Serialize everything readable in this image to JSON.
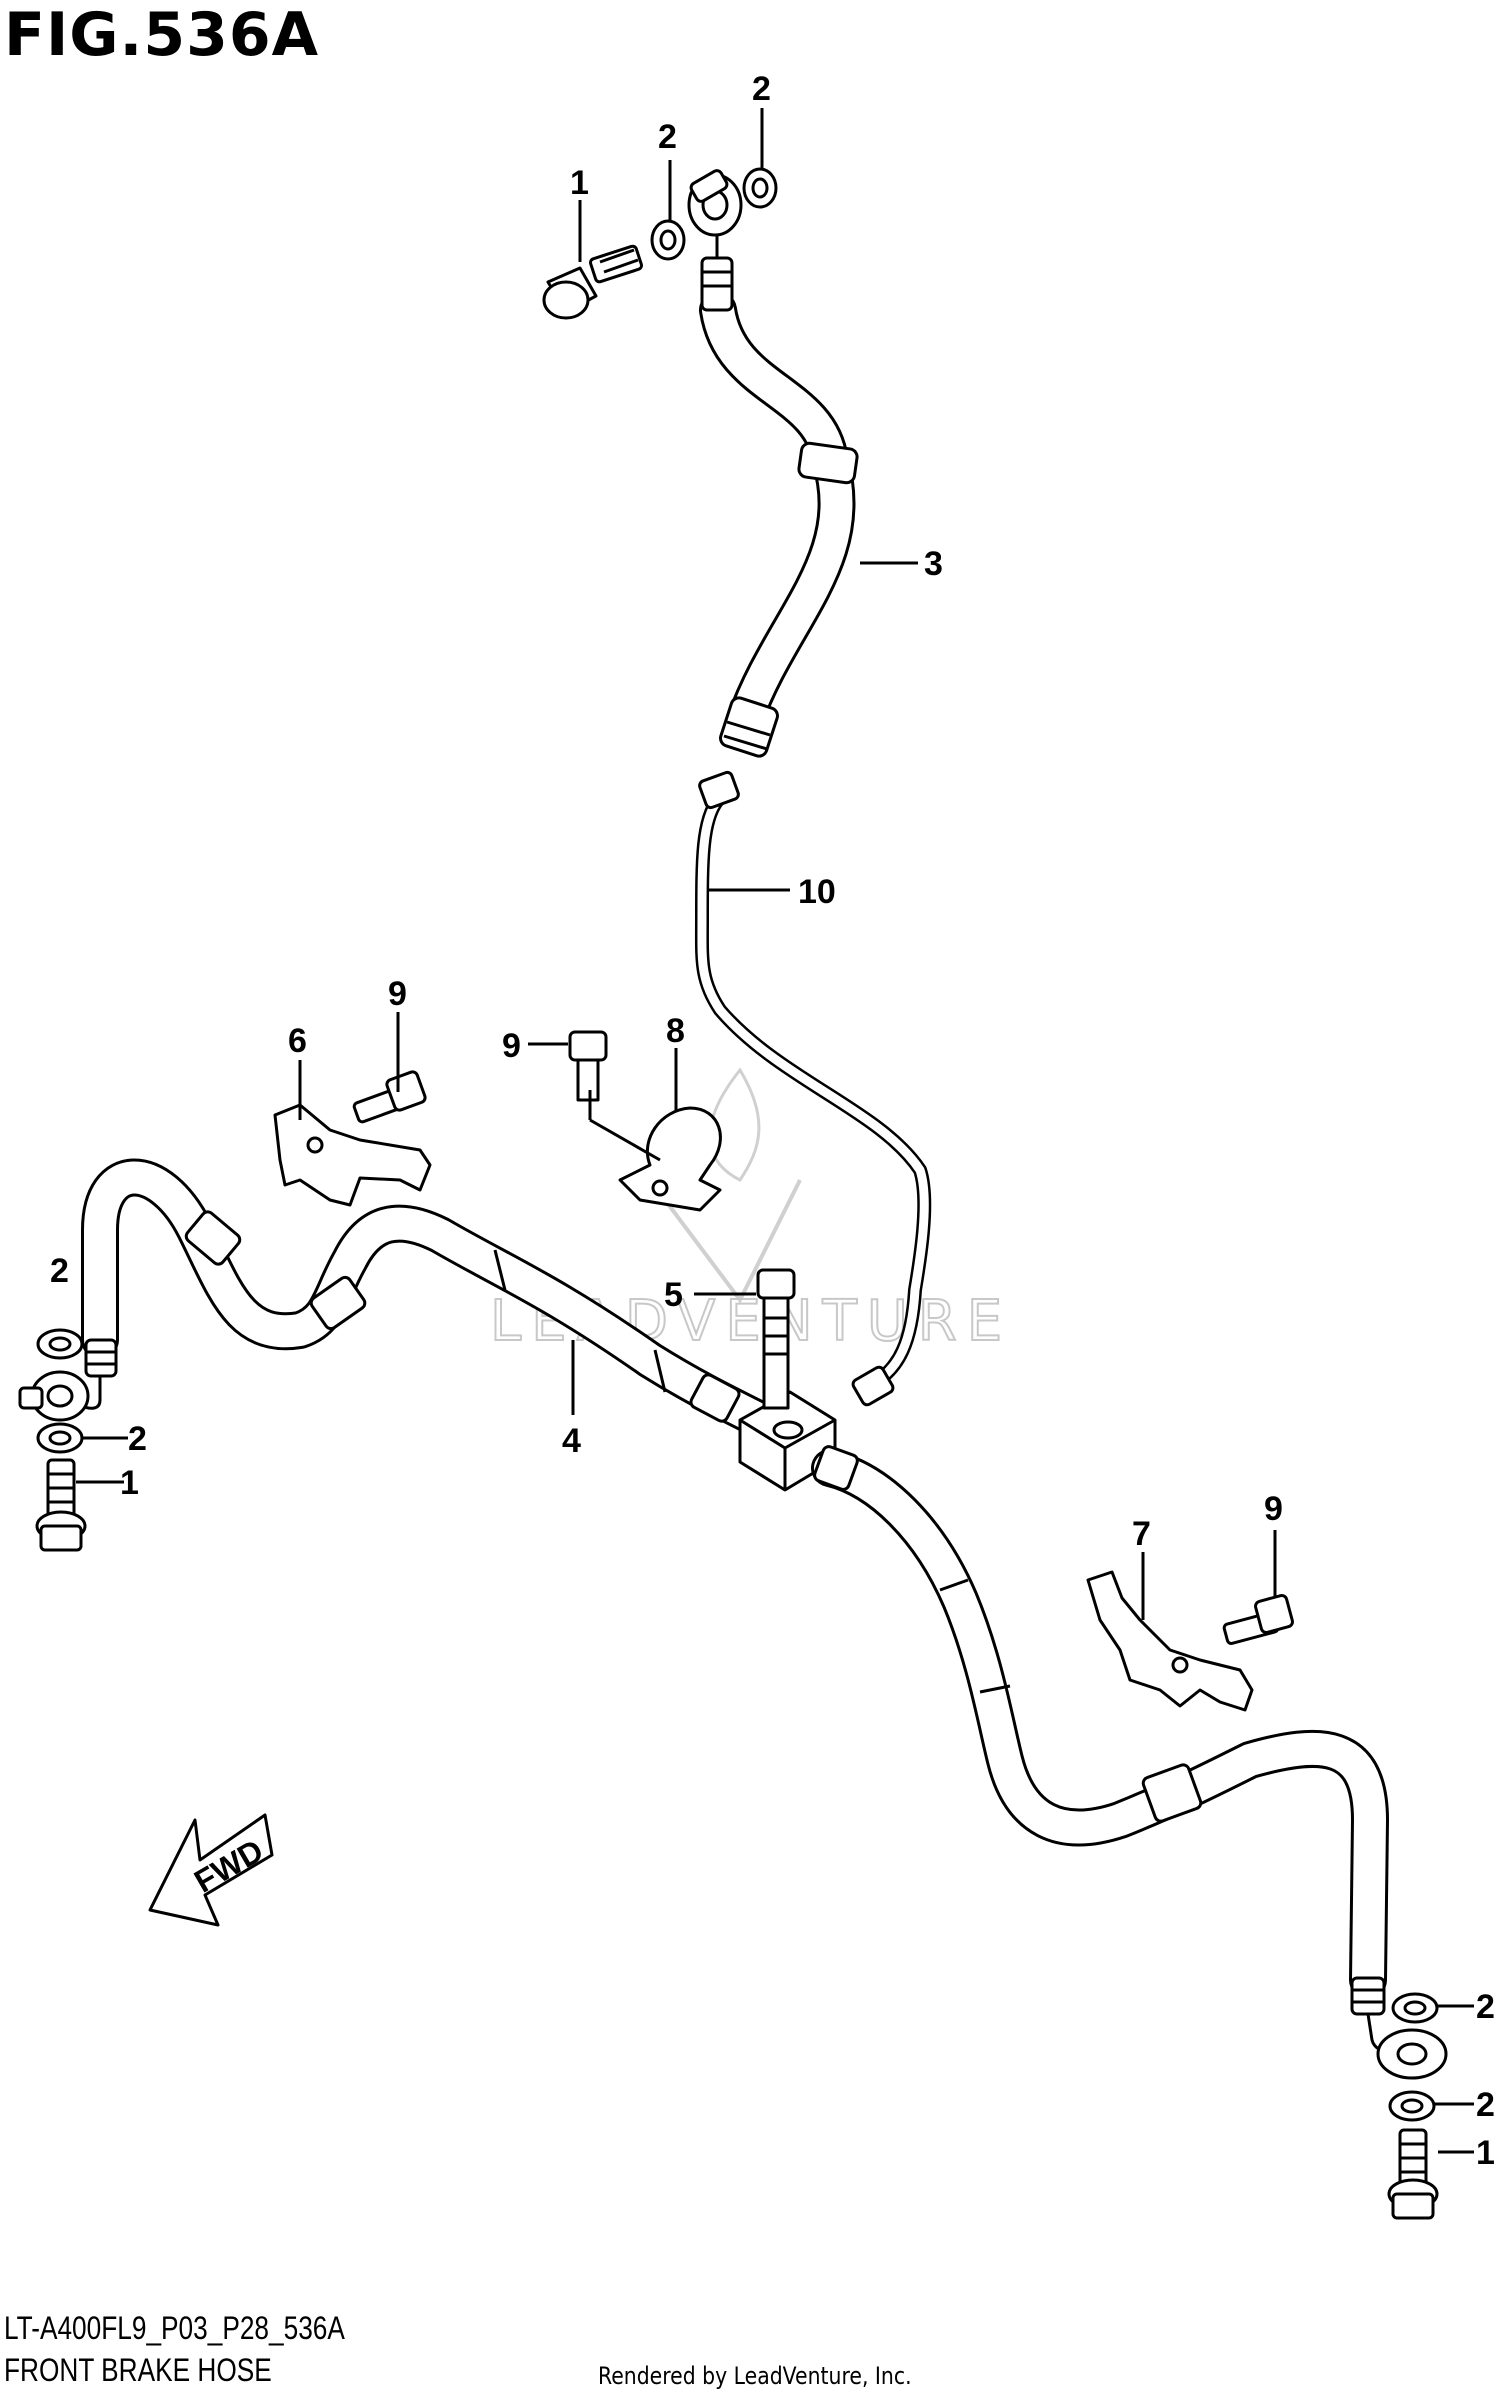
{
  "figure": {
    "title": "FIG.536A",
    "code": "LT-A400FL9_P03_P28_536A",
    "name": "FRONT BRAKE HOSE",
    "credit": "Rendered by LeadVenture, Inc.",
    "watermark": "LEADVENTURE",
    "fwd_label": "FWD"
  },
  "callouts": [
    {
      "id": "c-1-top",
      "text": "1"
    },
    {
      "id": "c-2-top-a",
      "text": "2"
    },
    {
      "id": "c-2-top-b",
      "text": "2"
    },
    {
      "id": "c-3",
      "text": "3"
    },
    {
      "id": "c-10",
      "text": "10"
    },
    {
      "id": "c-9-a",
      "text": "9"
    },
    {
      "id": "c-6",
      "text": "6"
    },
    {
      "id": "c-9-b",
      "text": "9"
    },
    {
      "id": "c-8",
      "text": "8"
    },
    {
      "id": "c-2-left-a",
      "text": "2"
    },
    {
      "id": "c-5",
      "text": "5"
    },
    {
      "id": "c-4",
      "text": "4"
    },
    {
      "id": "c-2-left-b",
      "text": "2"
    },
    {
      "id": "c-1-left",
      "text": "1"
    },
    {
      "id": "c-7",
      "text": "7"
    },
    {
      "id": "c-9-c",
      "text": "9"
    },
    {
      "id": "c-2-right-a",
      "text": "2"
    },
    {
      "id": "c-2-right-b",
      "text": "2"
    },
    {
      "id": "c-1-right",
      "text": "1"
    }
  ]
}
